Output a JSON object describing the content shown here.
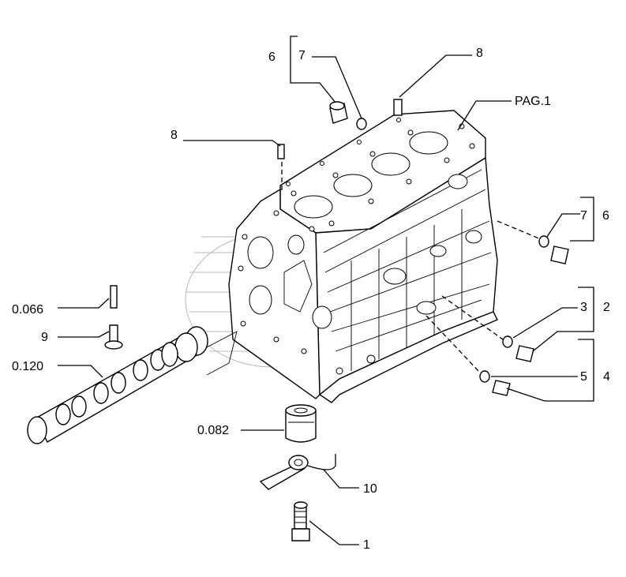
{
  "diagram": {
    "labels": {
      "l1": "1",
      "l2": "2",
      "l3": "3",
      "l4": "4",
      "l5": "5",
      "l6a": "6",
      "l6b": "6",
      "l7a": "7",
      "l7b": "7",
      "l8a": "8",
      "l8b": "8",
      "l9": "9",
      "l10": "10",
      "pag": "PAG.1",
      "c066": "0.066",
      "c120": "0.120",
      "c082": "0.082"
    }
  }
}
